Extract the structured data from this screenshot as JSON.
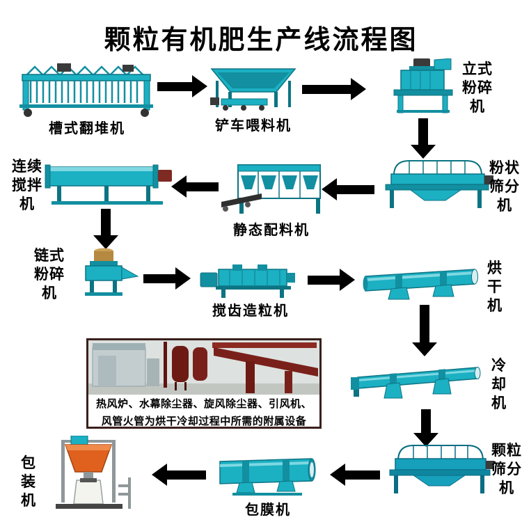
{
  "title": "颗粒有机肥生产线流程图",
  "nodes": {
    "trough_turner": {
      "label": "槽式翻堆机"
    },
    "loader_feeder": {
      "label": "铲车喂料机"
    },
    "vertical_crusher": {
      "label": "立式粉碎机"
    },
    "powder_screener": {
      "label": "粉状筛分机"
    },
    "static_batcher": {
      "label": "静态配料机"
    },
    "continuous_mixer": {
      "label": "连续搅拌机"
    },
    "chain_crusher": {
      "label": "链式粉碎机"
    },
    "tooth_granulator": {
      "label": "搅齿造粒机"
    },
    "dryer": {
      "label": "烘干机"
    },
    "cooler": {
      "label": "冷却机"
    },
    "granule_screener": {
      "label": "颗粒筛分机"
    },
    "coating_machine": {
      "label": "包膜机"
    },
    "packing_machine": {
      "label": "包装机"
    }
  },
  "note": {
    "line1": "热风炉、水幕除尘器、旋风除尘器、引风机、",
    "line2": "风管火管为烘干冷却过程中所需的附属设备"
  },
  "colors": {
    "machine_teal": "#1cb0c3",
    "arrow_black": "#000000",
    "packing_orange": "#e0611e"
  }
}
